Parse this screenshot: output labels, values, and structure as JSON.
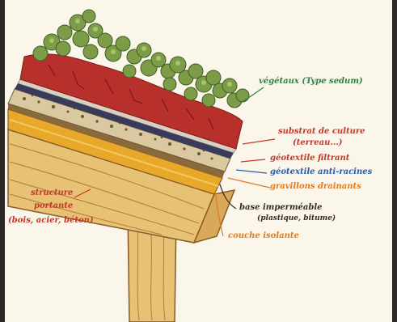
{
  "labels": {
    "vegetaux": "végétaux (Type sedum)",
    "substrat_line1": "substrat de culture",
    "substrat_line2": "(terreau...)",
    "geotextile_filtrant": "géotextile filtrant",
    "geotextile_anti_racines": "géotextile anti-racines",
    "gravillons": "gravillons drainants",
    "base_line1": "base imperméable",
    "base_line2": "(plastique, bitume)",
    "couche_isolante": "couche isolante",
    "structure_line1": "structure",
    "structure_line2": "portante",
    "structure_line3": "(bois, acier, béton)"
  },
  "colors": {
    "background": "#fbf6ea",
    "border": "#2c2a29",
    "plants": "#7c9c48",
    "plants_dark": "#3f5e25",
    "substrate": "#b7302c",
    "gravel": "#d9c8a0",
    "anti_root": "#3a3a5a",
    "insulation": "#e8a92a",
    "wood": "#e7c274",
    "label_green": "#2f7f45",
    "label_red": "#c0392b",
    "label_blue": "#2d5aa8",
    "label_orange": "#e07b1e",
    "label_brown": "#3a2a1c"
  }
}
